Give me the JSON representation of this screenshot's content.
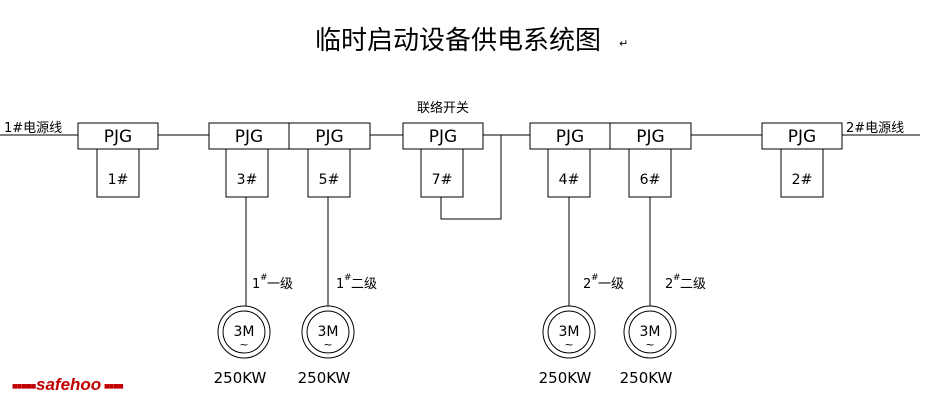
{
  "title": "临时启动设备供电系统图",
  "title_mark": "↵",
  "power_lines": {
    "left": "1#电源线",
    "right": "2#电源线"
  },
  "tie_switch_label": "联络开关",
  "cabinet_label": "PJG",
  "cabinets": [
    {
      "id": "1#"
    },
    {
      "id": "3#"
    },
    {
      "id": "5#"
    },
    {
      "id": "7#"
    },
    {
      "id": "4#"
    },
    {
      "id": "6#"
    },
    {
      "id": "2#"
    }
  ],
  "branches": [
    {
      "num": "1",
      "sup": "#",
      "level": "一级"
    },
    {
      "num": "1",
      "sup": "#",
      "level": "二级"
    },
    {
      "num": "2",
      "sup": "#",
      "level": "一级"
    },
    {
      "num": "2",
      "sup": "#",
      "level": "二级"
    }
  ],
  "motor": {
    "label": "3M",
    "wave": "~"
  },
  "motor_power": [
    "250KW",
    "250KW",
    "250KW",
    "250KW"
  ],
  "watermark": {
    "dots": "■■■■■",
    "text": "safehoo",
    "suffix": "■■■■"
  }
}
